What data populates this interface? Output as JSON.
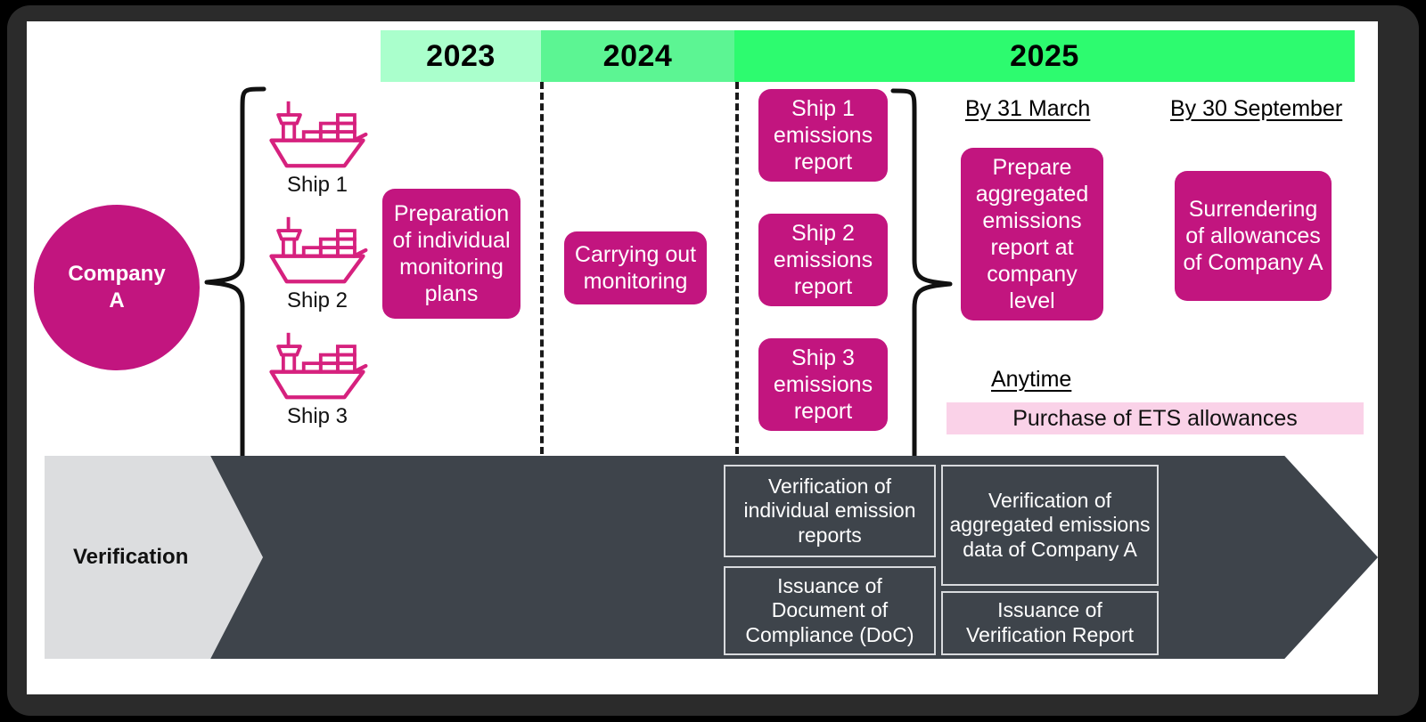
{
  "timeline": {
    "years": [
      {
        "label": "2023",
        "color": "#aaffcc"
      },
      {
        "label": "2024",
        "color": "#5cf593"
      },
      {
        "label": "2025",
        "color": "#2dfb6f"
      }
    ]
  },
  "company": {
    "label": "Company\nA",
    "line1": "Company",
    "line2": "A",
    "color": "#c2157f"
  },
  "ships": [
    {
      "label": "Ship 1",
      "icon": "container-ship-icon"
    },
    {
      "label": "Ship 2",
      "icon": "container-ship-icon"
    },
    {
      "label": "Ship 3",
      "icon": "container-ship-icon"
    }
  ],
  "activities": {
    "preparation": "Preparation of individual monitoring plans",
    "carrying_out": "Carrying out monitoring",
    "ship1_report": "Ship 1 emissions report",
    "ship2_report": "Ship 2 emissions report",
    "ship3_report": "Ship 3 emissions report",
    "aggregated_report": "Prepare aggregated emissions report at company level",
    "surrendering": "Surrendering of allowances of Company A"
  },
  "deadlines": {
    "march": "By 31 March",
    "september": "By 30 September",
    "anytime": "Anytime"
  },
  "ets": {
    "strip_label": "Purchase of ETS allowances",
    "strip_color": "#fad2e8"
  },
  "verification": {
    "tag_label": "Verification",
    "tag_color": "#dcdddf",
    "arrow_color": "#3e444b",
    "boxes": [
      "Verification of individual emission reports",
      "Issuance of Document of Compliance (DoC)",
      "Verification of aggregated emissions data of Company A",
      "Issuance of Verification Report"
    ]
  },
  "colors": {
    "magenta": "#c2157f",
    "pink_light": "#fad2e8",
    "dark_slate": "#3e444b",
    "grey_tag": "#dcdddf",
    "bezel": "#2b2b2b"
  }
}
